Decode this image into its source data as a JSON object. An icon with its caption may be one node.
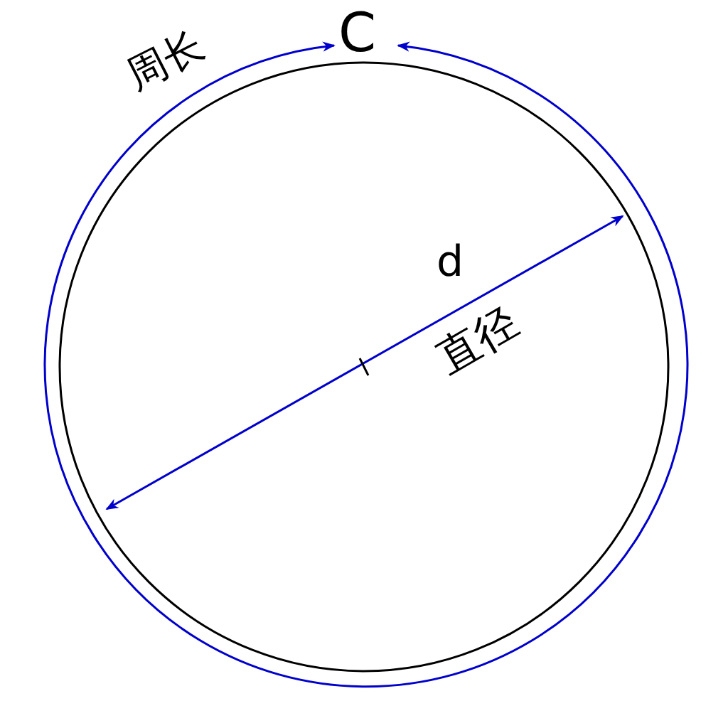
{
  "diagram": {
    "labels": [
      "周长",
      "C",
      "d",
      "直径"
    ]
  }
}
